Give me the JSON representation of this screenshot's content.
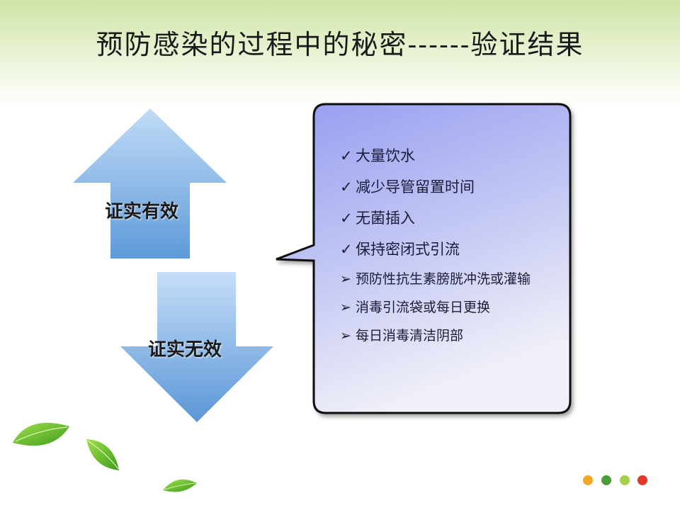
{
  "slide": {
    "title": "预防感染的过程中的秘密------验证结果"
  },
  "arrows": {
    "up_label": "证实有效",
    "down_label": "证实无效"
  },
  "bubble": {
    "check_mark": "✓",
    "triangle_mark": "➢",
    "effective_items": [
      "大量饮水",
      "减少导管留置时间",
      "无菌插入",
      "保持密闭式引流"
    ],
    "ineffective_items": [
      "预防性抗生素膀胱冲洗或灌输",
      "消毒引流袋或每日更换",
      "每日消毒清洁阴部"
    ]
  },
  "colors": {
    "arrow_light": "#b8d6f6",
    "arrow_dark": "#5a97d8",
    "bubble_top": "#9aa2f2",
    "bubble_bottom": "#ececf8",
    "dots": [
      "#f5a623",
      "#4a9b3a",
      "#a3d14a",
      "#e0392b"
    ]
  },
  "icons": [
    "check-icon",
    "triangle-bullet-icon",
    "leaf-icon"
  ]
}
